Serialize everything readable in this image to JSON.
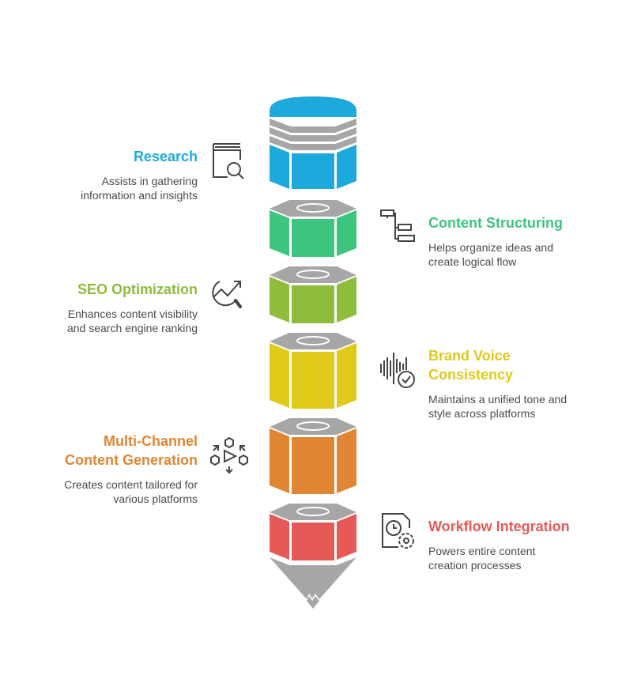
{
  "diagram": {
    "type": "stacked-pencil-infographic",
    "neutral_color": "#a6a6a6",
    "steps": [
      {
        "title": "Research",
        "description_lines": [
          "Assists in gathering",
          "information and insights"
        ],
        "color": "#1ea9dc",
        "side": "left",
        "icon": "book-search-icon"
      },
      {
        "title": "Content Structuring",
        "description_lines": [
          "Helps organize ideas and",
          "create logical flow"
        ],
        "color": "#3dc47e",
        "side": "right",
        "icon": "hierarchy-structure-icon"
      },
      {
        "title": "SEO Optimization",
        "description_lines": [
          "Enhances content visibility",
          "and search engine ranking"
        ],
        "color": "#8fbc3a",
        "side": "left",
        "icon": "trend-search-icon"
      },
      {
        "title_lines": [
          "Brand Voice",
          "Consistency"
        ],
        "title": "Brand Voice Consistency",
        "description_lines": [
          "Maintains a unified tone and",
          "style across platforms"
        ],
        "color": "#dfca19",
        "side": "right",
        "icon": "soundwave-check-icon"
      },
      {
        "title_lines": [
          "Multi-Channel",
          "Content Generation"
        ],
        "title": "Multi-Channel Content Generation",
        "description_lines": [
          "Creates content tailored for",
          "various platforms"
        ],
        "color": "#e08533",
        "side": "left",
        "icon": "multichannel-play-icon"
      },
      {
        "title": "Workflow Integration",
        "description_lines": [
          "Powers entire content",
          "creation processes"
        ],
        "color": "#e55a56",
        "side": "right",
        "icon": "clock-gear-document-icon"
      }
    ]
  }
}
